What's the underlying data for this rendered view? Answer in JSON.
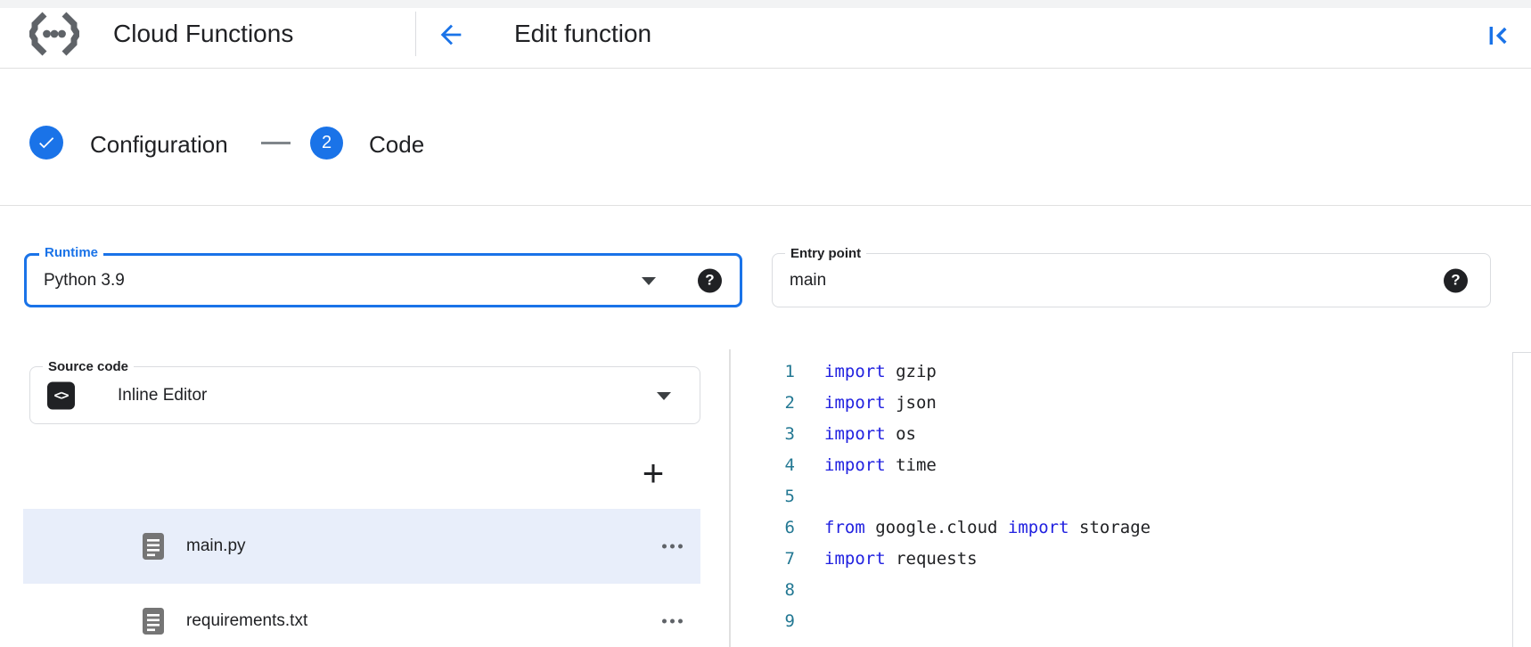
{
  "header": {
    "logo_icon": "cloud-functions-logo",
    "product_title": "Cloud Functions",
    "back_icon": "arrow-back",
    "page_title": "Edit function",
    "collapse_icon": "collapse-panel-left"
  },
  "stepper": {
    "step1": {
      "label": "Configuration",
      "state": "completed",
      "icon": "check"
    },
    "step2": {
      "label": "Code",
      "number": "2",
      "state": "active"
    }
  },
  "form": {
    "runtime": {
      "label": "Runtime",
      "value": "Python 3.9",
      "state": "focused",
      "help_icon": "help",
      "help_glyph": "?"
    },
    "entry_point": {
      "label": "Entry point",
      "value": "main",
      "help_icon": "help",
      "help_glyph": "?"
    },
    "source_code": {
      "label": "Source code",
      "value": "Inline Editor",
      "icon": "code",
      "icon_glyph": "<>"
    }
  },
  "file_explorer": {
    "add_file_label": "+",
    "files": [
      {
        "name": "main.py",
        "selected": true,
        "menu_icon": "more-horizontal"
      },
      {
        "name": "requirements.txt",
        "selected": false,
        "menu_icon": "more-horizontal"
      }
    ]
  },
  "editor": {
    "language": "python",
    "lines": [
      {
        "number": "1",
        "tokens": [
          [
            "kw",
            "import"
          ],
          [
            "p",
            " gzip"
          ]
        ]
      },
      {
        "number": "2",
        "tokens": [
          [
            "kw",
            "import"
          ],
          [
            "p",
            " json"
          ]
        ]
      },
      {
        "number": "3",
        "tokens": [
          [
            "kw",
            "import"
          ],
          [
            "p",
            " os"
          ]
        ]
      },
      {
        "number": "4",
        "tokens": [
          [
            "kw",
            "import"
          ],
          [
            "p",
            " time"
          ]
        ]
      },
      {
        "number": "5",
        "tokens": []
      },
      {
        "number": "6",
        "tokens": [
          [
            "kw",
            "from"
          ],
          [
            "p",
            " google.cloud "
          ],
          [
            "kw",
            "import"
          ],
          [
            "p",
            " storage"
          ]
        ]
      },
      {
        "number": "7",
        "tokens": [
          [
            "kw",
            "import"
          ],
          [
            "p",
            " requests"
          ]
        ]
      },
      {
        "number": "8",
        "tokens": []
      },
      {
        "number": "9",
        "tokens": []
      }
    ]
  },
  "colors": {
    "accent_blue": "#1a73e8",
    "keyword_blue": "#2121e0",
    "line_number_teal": "#237893",
    "selected_row_bg": "#e8eefa",
    "text_primary": "#202124",
    "border_gray": "#dadce0",
    "icon_gray": "#5f6368"
  }
}
